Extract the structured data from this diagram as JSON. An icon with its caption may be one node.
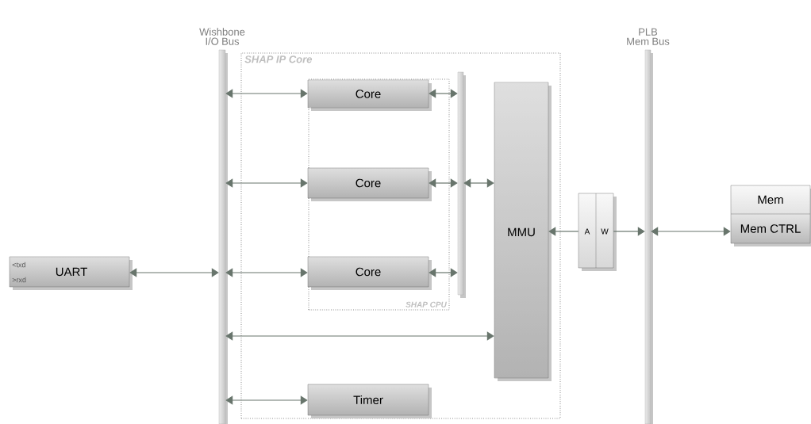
{
  "diagram": {
    "nodes": [
      {
        "text": [
          "Wishbone I/O Bus"
        ]
      },
      {
        "text": [
          "SHAP IP Core"
        ]
      },
      {
        "text": [
          "SHAP CPU"
        ],
        "in": 1
      },
      {
        "text": [
          "Core"
        ],
        "in": 2
      },
      {
        "text": [
          "Core"
        ],
        "in": 2
      },
      {
        "text": [
          "Core"
        ],
        "in": 2
      },
      {
        "text": [],
        "shape": "bar",
        "in": 1
      },
      {
        "text": [
          "MMU"
        ],
        "in": 1
      },
      {
        "text": [
          "Timer"
        ],
        "in": 1
      },
      {
        "text": [
          "A",
          "W"
        ]
      },
      {
        "text": [
          "PLB Mem Bus"
        ]
      },
      {
        "text": [
          "Mem",
          "Mem CTRL"
        ]
      },
      {
        "text": [
          "<txd",
          ">rxd",
          "UART"
        ]
      }
    ],
    "edges": [
      {
        "from": 0,
        "to": 3,
        "arrow": "both"
      },
      {
        "from": 0,
        "to": 4,
        "arrow": "both"
      },
      {
        "from": 0,
        "to": 5,
        "arrow": "both"
      },
      {
        "from": 12,
        "to": 0,
        "arrow": "both"
      },
      {
        "from": 0,
        "to": 7,
        "arrow": "both"
      },
      {
        "from": 0,
        "to": 8,
        "arrow": "both"
      },
      {
        "from": 3,
        "to": 6,
        "arrow": "both"
      },
      {
        "from": 4,
        "to": 6,
        "arrow": "both"
      },
      {
        "from": 5,
        "to": 6,
        "arrow": "both"
      },
      {
        "from": 6,
        "to": 7,
        "arrow": "both"
      },
      {
        "from": 9,
        "to": 7,
        "arrow": "to"
      },
      {
        "from": 9,
        "to": 10,
        "arrow": "to"
      },
      {
        "from": 10,
        "to": 11,
        "arrow": "both"
      }
    ]
  }
}
